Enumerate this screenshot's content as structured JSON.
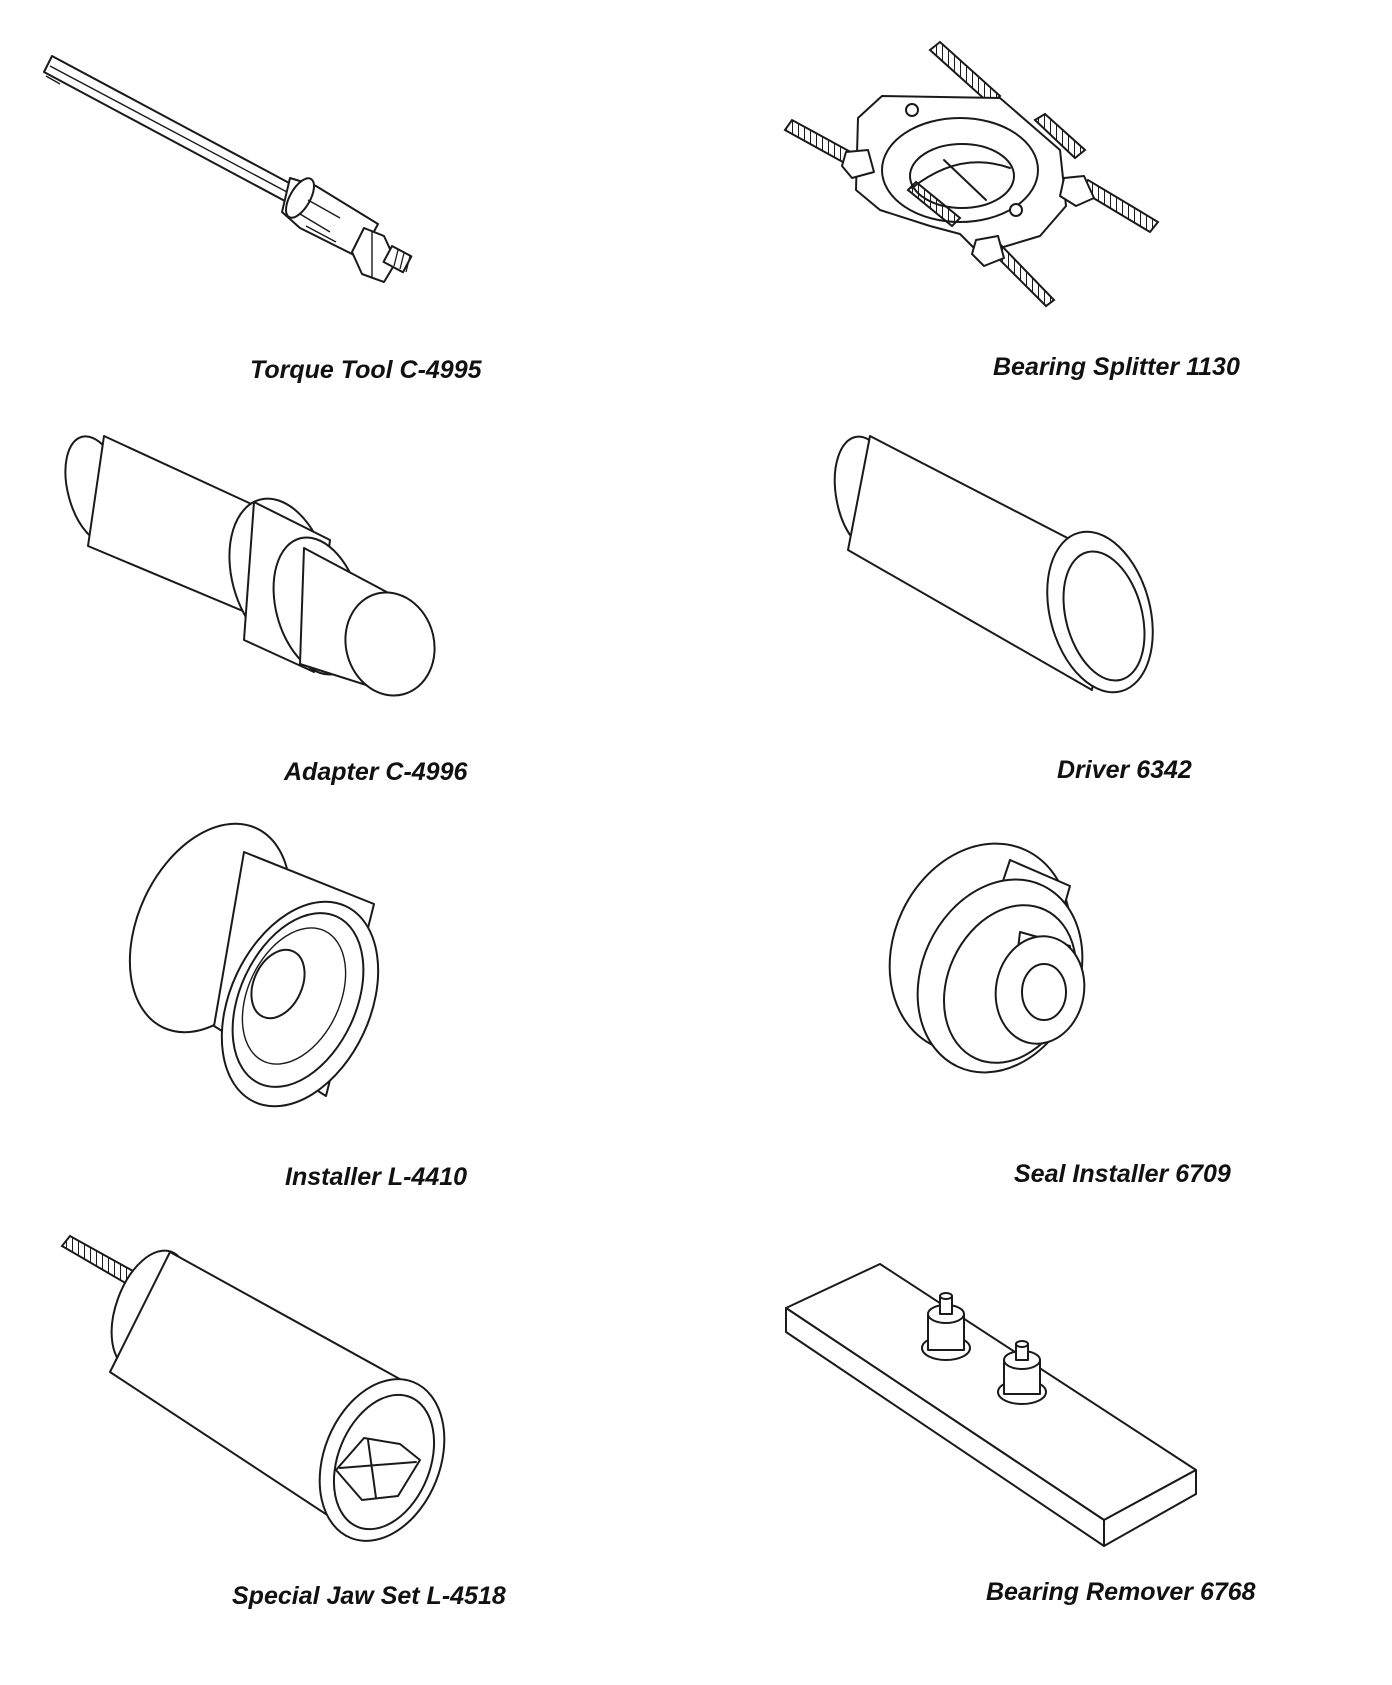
{
  "tools": [
    {
      "label": "Torque Tool C-4995"
    },
    {
      "label": "Bearing Splitter 1130"
    },
    {
      "label": "Adapter C-4996"
    },
    {
      "label": "Driver 6342"
    },
    {
      "label": "Installer L-4410"
    },
    {
      "label": "Seal Installer 6709"
    },
    {
      "label": "Special Jaw Set L-4518"
    },
    {
      "label": "Bearing Remover 6768"
    }
  ]
}
